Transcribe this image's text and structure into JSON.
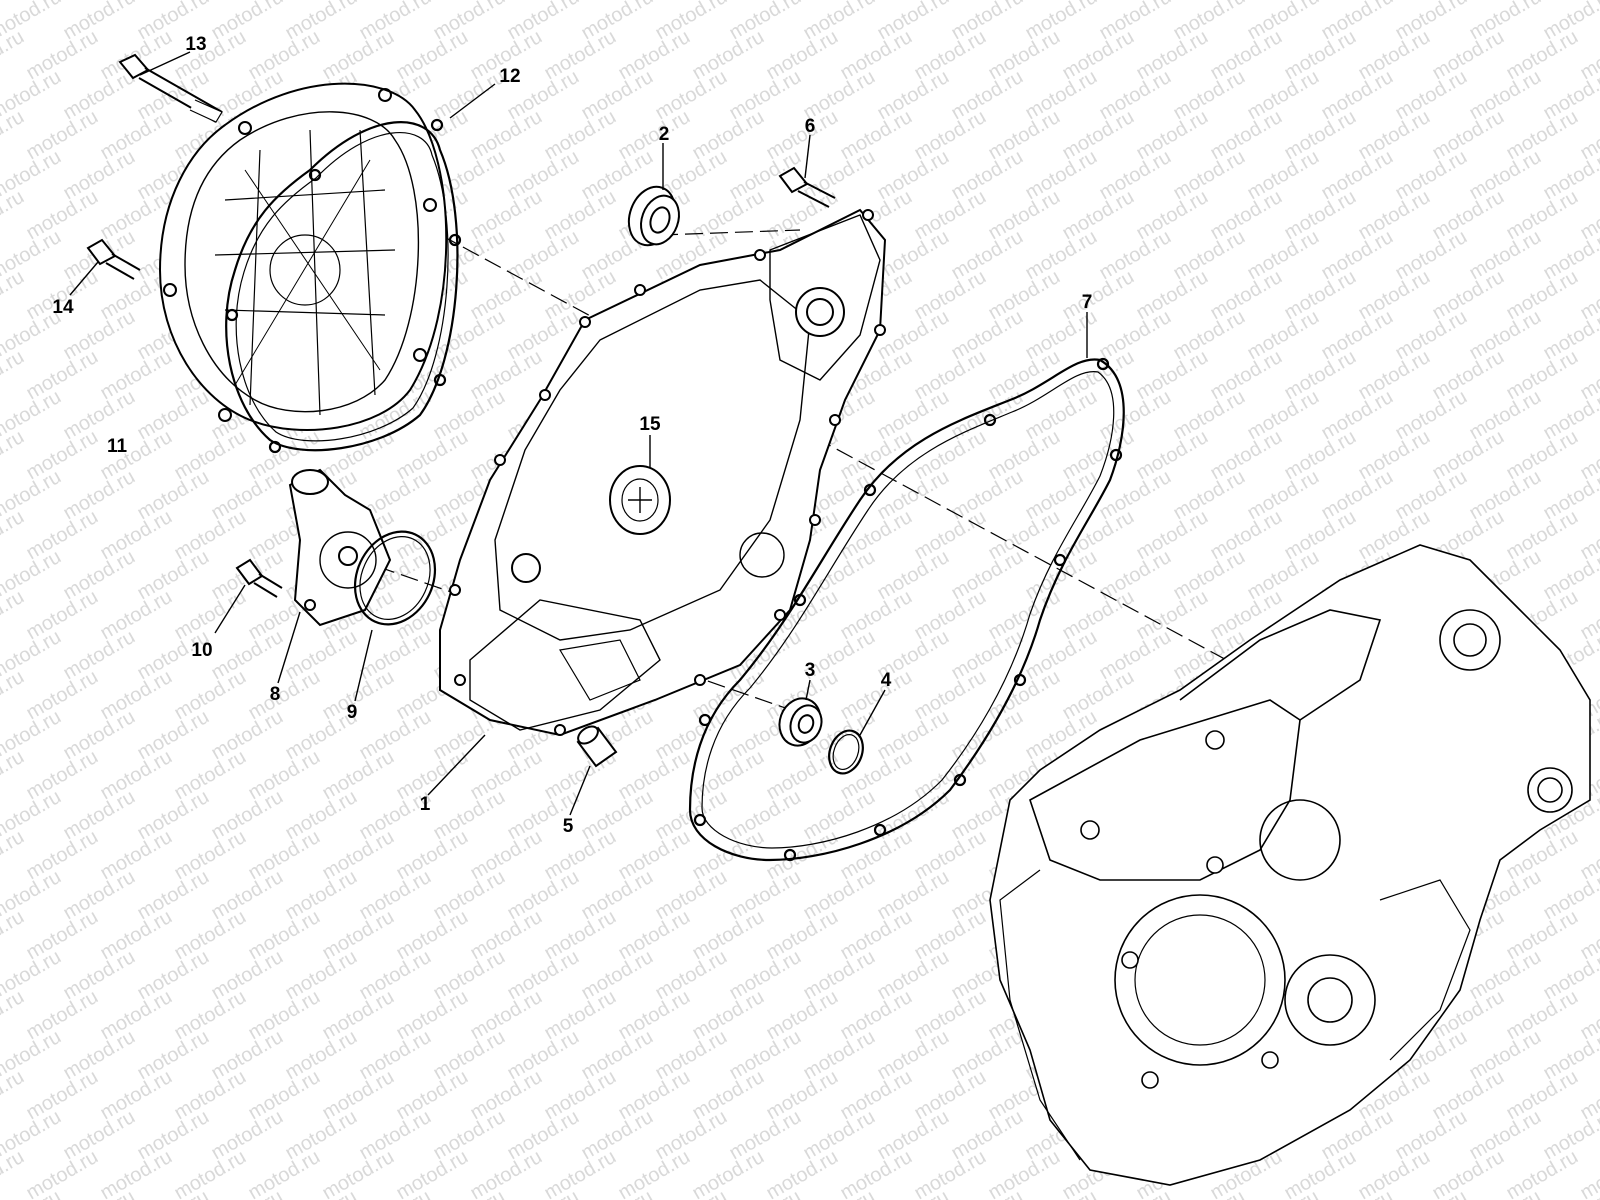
{
  "watermark": "motod.ru",
  "colors": {
    "line": "#000000",
    "watermark": "#d9d9d9",
    "background": "#ffffff"
  },
  "callouts": {
    "c1": "1",
    "c2": "2",
    "c3": "3",
    "c4": "4",
    "c5": "5",
    "c6": "6",
    "c7": "7",
    "c8": "8",
    "c9": "9",
    "c10": "10",
    "c11": "11",
    "c12": "12",
    "c13": "13",
    "c14": "14",
    "c15": "15"
  }
}
